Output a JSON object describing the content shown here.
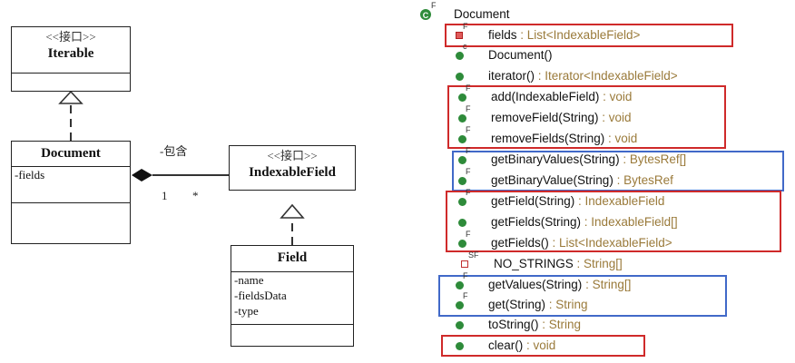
{
  "uml": {
    "iterable": {
      "stereotype": "<<接口>>",
      "name": "Iterable"
    },
    "document": {
      "name": "Document",
      "attrs": [
        "-fields"
      ]
    },
    "indexable_field": {
      "stereotype": "<<接口>>",
      "name": "IndexableField"
    },
    "field": {
      "name": "Field",
      "attrs": [
        "-name",
        "-fieldsData",
        "-type"
      ]
    },
    "assoc_label": "-包含",
    "multiplicity_left": "1",
    "multiplicity_right": "*"
  },
  "outline": {
    "root": {
      "label": "Document",
      "badge": "F"
    },
    "members": [
      {
        "text": "fields",
        "type": " : List<IndexableField>",
        "icon": "private-field",
        "badge": "F"
      },
      {
        "text": "Document()",
        "type": "",
        "icon": "constructor",
        "badge": "c"
      },
      {
        "text": "iterator()",
        "type": " : Iterator<IndexableField>",
        "icon": "public-method",
        "badge": ""
      },
      {
        "text": "add(IndexableField)",
        "type": " : void",
        "icon": "public-method",
        "badge": "F"
      },
      {
        "text": "removeField(String)",
        "type": " : void",
        "icon": "public-method",
        "badge": "F"
      },
      {
        "text": "removeFields(String)",
        "type": " : void",
        "icon": "public-method",
        "badge": "F"
      },
      {
        "text": "getBinaryValues(String)",
        "type": " : BytesRef[]",
        "icon": "public-method",
        "badge": "F"
      },
      {
        "text": "getBinaryValue(String)",
        "type": " : BytesRef",
        "icon": "public-method",
        "badge": "F"
      },
      {
        "text": "getField(String)",
        "type": " : IndexableField",
        "icon": "public-method",
        "badge": "F"
      },
      {
        "text": "getFields(String)",
        "type": " : IndexableField[]",
        "icon": "public-method",
        "badge": ""
      },
      {
        "text": "getFields()",
        "type": " : List<IndexableField>",
        "icon": "public-method",
        "badge": "F"
      },
      {
        "text": "NO_STRINGS",
        "type": " : String[]",
        "icon": "static-field",
        "badge": "SF"
      },
      {
        "text": "getValues(String)",
        "type": " : String[]",
        "icon": "public-method",
        "badge": "F"
      },
      {
        "text": "get(String)",
        "type": " : String",
        "icon": "public-method",
        "badge": "F"
      },
      {
        "text": "toString()",
        "type": " : String",
        "icon": "public-method",
        "badge": ""
      },
      {
        "text": "clear()",
        "type": " : void",
        "icon": "public-method",
        "badge": ""
      }
    ]
  },
  "colors": {
    "red_box": "#cf2a2a",
    "blue_box": "#4169c8",
    "method_green": "#2e8b3a",
    "type_text": "#9a7a3a"
  }
}
